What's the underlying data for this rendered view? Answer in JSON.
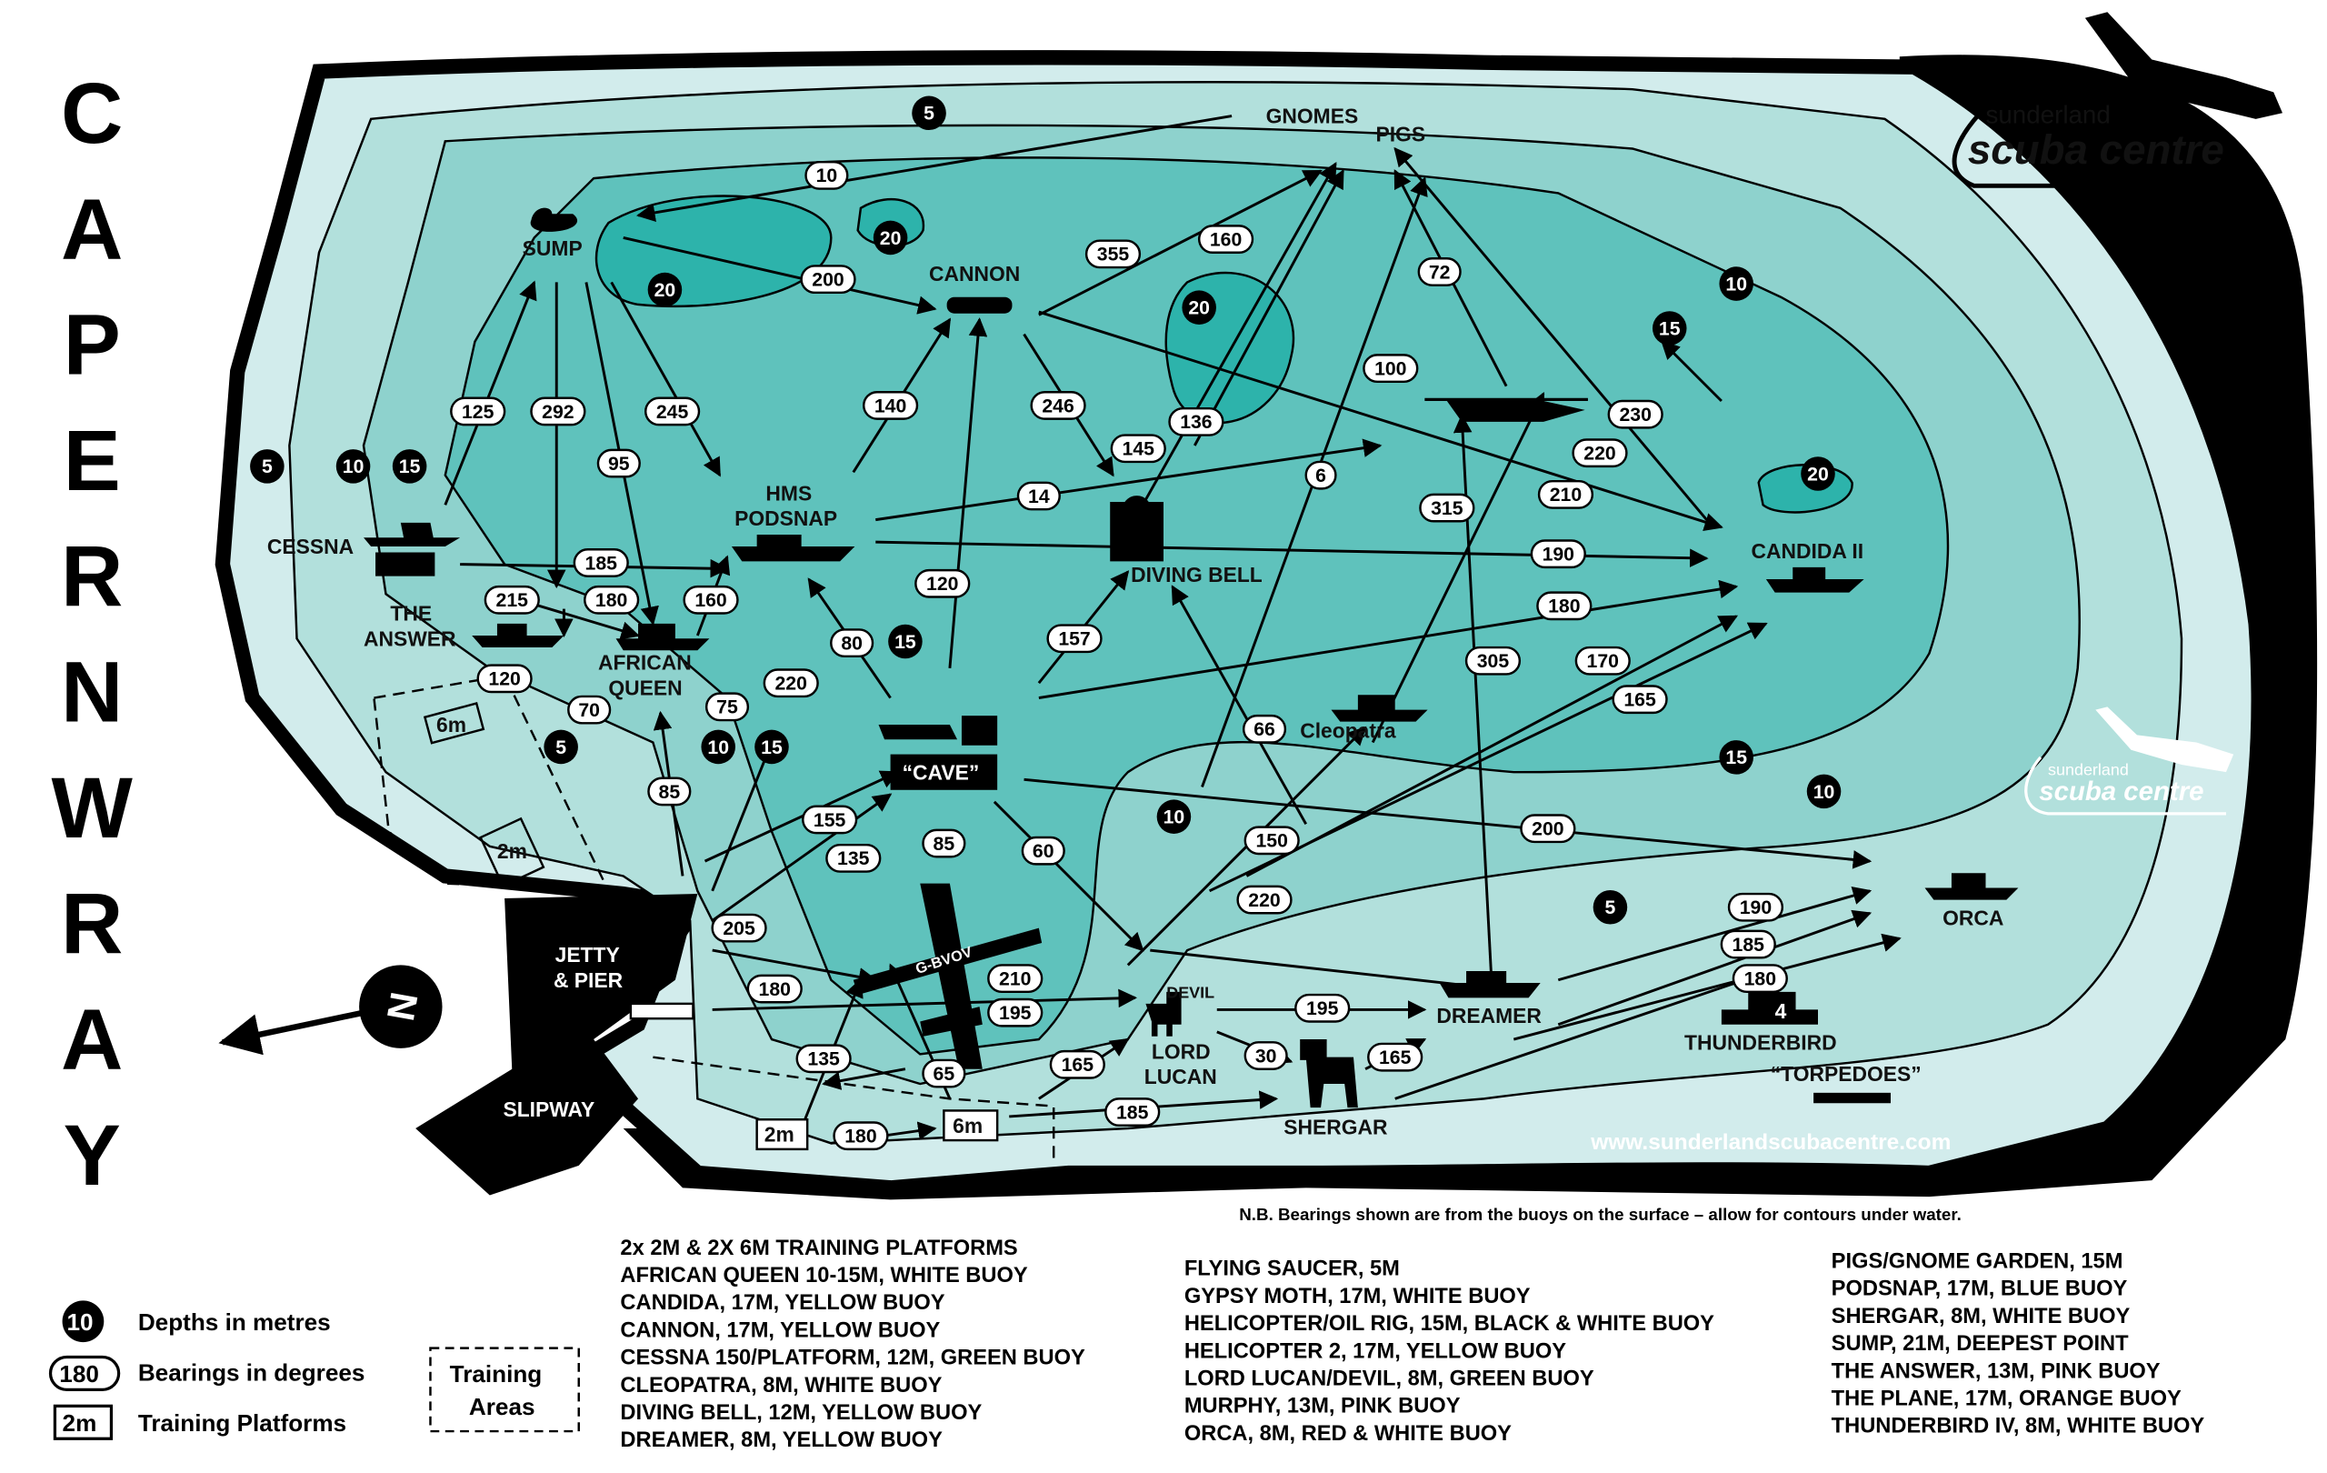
{
  "title_vertical": [
    "C",
    "A",
    "P",
    "E",
    "R",
    "N",
    "W",
    "R",
    "A",
    "Y"
  ],
  "logo": {
    "line1": "sunderland",
    "line2": "scuba centre"
  },
  "website": "www.sunderlandscubacentre.com",
  "note": "N.B. Bearings shown are from the buoys on the surface – allow for contours under water.",
  "colors": {
    "land": "#d2ecec",
    "c5": "#b2e0dc",
    "c10": "#8ed2cd",
    "c15": "#5fc2bc",
    "c20": "#2db3ab",
    "ink": "#000000"
  },
  "north_label": "N",
  "places": {
    "gnomes": "GNOMES",
    "pigs": "PIGS",
    "sump": "SUMP",
    "cannon": "CANNON",
    "hms": "HMS",
    "podsnap": "PODSNAP",
    "cessna": "CESSNA",
    "the": "THE",
    "answer": "ANSWER",
    "african": "AFRICAN",
    "queen": "QUEEN",
    "diving_bell": "DIVING BELL",
    "candida": "CANDIDA II",
    "cleopatra": "Cleopatra",
    "cave": "“CAVE”",
    "orca": "ORCA",
    "jetty": "JETTY",
    "pier": "& PIER",
    "devil": "DEVIL",
    "lord": "LORD",
    "lucan": "LUCAN",
    "dreamer": "DREAMER",
    "thunderbird": "THUNDERBIRD",
    "thunderbird_num": "4",
    "torpedoes": "“TORPEDOES”",
    "shergar": "SHERGAR",
    "slipway": "SLIPWAY",
    "plane": "G-BVOV",
    "p6m_a": "6m",
    "p2m_a": "2m",
    "p2m_b": "2m",
    "p6m_b": "6m"
  },
  "bearings": [
    "10",
    "200",
    "355",
    "160",
    "125",
    "292",
    "245",
    "140",
    "246",
    "145",
    "136",
    "95",
    "14",
    "6",
    "100",
    "72",
    "230",
    "220",
    "210",
    "315",
    "190",
    "185",
    "215",
    "180",
    "160",
    "120",
    "180",
    "80",
    "157",
    "305",
    "170",
    "165",
    "120",
    "70",
    "75",
    "220",
    "66",
    "85",
    "155",
    "135",
    "85",
    "60",
    "150",
    "200",
    "220",
    "205",
    "190",
    "185",
    "180",
    "210",
    "195",
    "195",
    "180",
    "135",
    "65",
    "165",
    "30",
    "165",
    "180",
    "185"
  ],
  "depths": [
    "5",
    "20",
    "20",
    "20",
    "10",
    "15",
    "5",
    "10",
    "15",
    "20",
    "15",
    "5",
    "10",
    "15",
    "15",
    "10",
    "10",
    "5"
  ],
  "legend": {
    "depth_sample": "10",
    "depth_label": "Depths in metres",
    "bearing_sample": "180",
    "bearing_label": "Bearings in degrees",
    "platform_sample": "2m",
    "platform_label": "Training Platforms",
    "training_line1": "Training",
    "training_line2": "Areas"
  },
  "sites_col1": [
    "2x 2M & 2X 6M TRAINING PLATFORMS",
    "AFRICAN QUEEN 10-15M, WHITE BUOY",
    "CANDIDA, 17M, YELLOW BUOY",
    "CANNON, 17M, YELLOW BUOY",
    "CESSNA 150/PLATFORM, 12M, GREEN BUOY",
    "CLEOPATRA, 8M, WHITE BUOY",
    "DIVING BELL, 12M, YELLOW BUOY",
    "DREAMER, 8M, YELLOW BUOY"
  ],
  "sites_col2": [
    "FLYING SAUCER, 5M",
    "GYPSY MOTH, 17M, WHITE BUOY",
    "HELICOPTER/OIL RIG, 15M, BLACK & WHITE BUOY",
    "HELICOPTER 2, 17M, YELLOW BUOY",
    "LORD LUCAN/DEVIL, 8M, GREEN BUOY",
    "MURPHY, 13M, PINK BUOY",
    "ORCA, 8M, RED & WHITE BUOY"
  ],
  "sites_col3": [
    "PIGS/GNOME GARDEN, 15M",
    "PODSNAP, 17M, BLUE BUOY",
    "SHERGAR, 8M, WHITE BUOY",
    "SUMP, 21M, DEEPEST POINT",
    "THE ANSWER, 13M, PINK BUOY",
    "THE PLANE, 17M, ORANGE BUOY",
    "THUNDERBIRD IV, 8M, WHITE BUOY"
  ]
}
